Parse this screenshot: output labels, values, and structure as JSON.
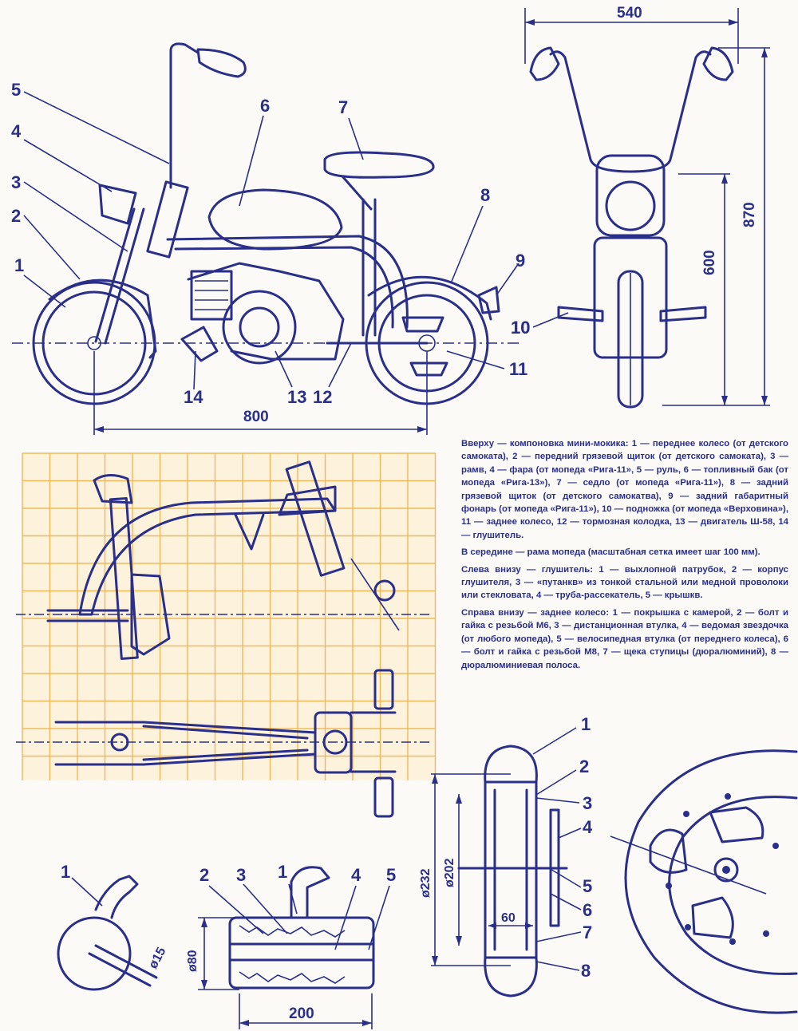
{
  "caption": {
    "paragraphs": [
      "Вверху — компоновка мини-мокика: 1 — переднее колесо (от детского самоката), 2 — передний грязевой щиток (от детского самоката), 3 — рамв, 4 — фара (от мопеда «Рига-11», 5 — руль, 6 — топливный бак (от мопеда «Рига-13»), 7 — седло (от мопеда «Рига-11»), 8 — задний грязевой щиток (от детского самокатвa), 9 — задний габаритный фонарь (от мопеда «Рига-11»), 10 — подножка (от мопеда «Верховина»), 11 — заднее колесо, 12 — тормозная колодка, 13 — двигатель Ш-58, 14 — глушитель.",
      "В середине — рама мопеда (масштабная сетка имеет шаг 100 мм).",
      "Слева внизу — глушитель: 1 — выхлопной патрубок, 2 — корпус глушителя, 3 — «путанкв» из тонкой стальной или медной проволоки или стекловата, 4 — труба-рассекатель, 5 — крышкв.",
      "Справа внизу — заднее колесо: 1 — покрышка с камерой, 2 — болт и гайка с резьбой М6, 3 — дистанционная втулка, 4 — ведомая звездочка (от любого мопеда), 5 — велосипедная втулка (от переднего колеса), 6 — болт и гайка с резьбой М8, 7 — щека ступицы (дюралюминий), 8 — дюралюминиевая полоса."
    ]
  },
  "side_view": {
    "callouts": [
      "1",
      "2",
      "3",
      "4",
      "5",
      "6",
      "7",
      "8",
      "9",
      "10",
      "11",
      "12",
      "13",
      "14"
    ],
    "dim_length": "800"
  },
  "front_view": {
    "dim_width": "540",
    "dim_height_total": "870",
    "dim_height_seat": "600"
  },
  "muffler": {
    "callouts": [
      "1",
      "2",
      "3",
      "4",
      "5"
    ],
    "dim_pipe": "ø15",
    "dim_diameter": "ø80",
    "dim_length": "200"
  },
  "wheel": {
    "callouts": [
      "1",
      "2",
      "3",
      "4",
      "5",
      "6",
      "7",
      "8"
    ],
    "dim_outer": "ø232",
    "dim_inner": "ø202",
    "dim_hub": "60"
  }
}
